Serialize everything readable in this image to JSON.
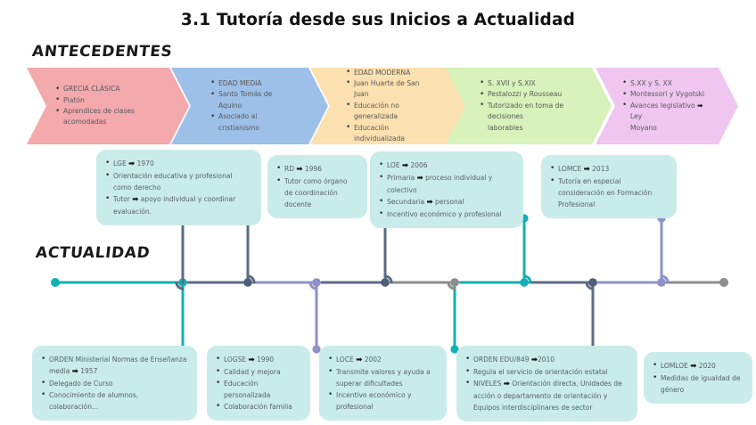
{
  "title": "3.1  Tutoría desde sus Inicios a Actualidad",
  "sections": {
    "antecedentes_label": "ANTECEDENTES",
    "actualidad_label": "ACTUALIDAD"
  },
  "chevrons": [
    {
      "color": "#f4a9ad",
      "items": [
        "GRECIA CLÁSICA",
        "Platón",
        "Aprendices de clases acomodadas"
      ]
    },
    {
      "color": "#9dc0e8",
      "items": [
        "EDAD MEDIA",
        "Santo Tomás de Aquino",
        "Asociado al cristianismo"
      ]
    },
    {
      "color": "#fbe0b0",
      "items": [
        "EDAD MODERNA",
        "Juan Huarte de San Juan",
        "Educación no generalizada",
        "Educación individualizada"
      ]
    },
    {
      "color": "#d7f2bb",
      "items": [
        "S. XVII y S.XIX",
        "Pestalozzi y Rousseau",
        "Tutorizado en toma de decisiones\nlaborables"
      ]
    },
    {
      "color": "#eec6ef",
      "items": [
        "S.XX y S. XX",
        "Montessori y Vygotski",
        "Avances legislativo ➡ Ley\nMoyano"
      ]
    }
  ],
  "cards_top": [
    {
      "items": [
        "LGE ➡ 1970",
        "Orientación educativa y profesional como derecho",
        "Tutor ➡ apoyo individual y coordinar evaluación."
      ]
    },
    {
      "items": [
        "RD ➡ 1996",
        "Tutor como órgano de coordinación docente"
      ]
    },
    {
      "items": [
        "LOE ➡ 2006",
        "Primaria ➡ proceso individual y colectivo",
        "Secundaria ➡ personal",
        "Incentivo económico y profesional"
      ]
    },
    {
      "items": [
        "LOMCE ➡ 2013",
        "Tutoría en especial consideración en Formación Profesional"
      ]
    }
  ],
  "cards_bottom": [
    {
      "items": [
        "ORDEN Ministerial Normas de Enseñanza media  ➡ 1957",
        "Delegado de Curso",
        "Conocimiento de alumnos, colaboración..."
      ]
    },
    {
      "items": [
        "LOGSE ➡ 1990",
        "Calidad y mejora",
        "Educación personalizada",
        "Colaboración familia"
      ]
    },
    {
      "items": [
        "LOCE ➡ 2002",
        "Transmite valores y ayuda a superar dificultades",
        "Incentivo económico y profesional"
      ]
    },
    {
      "items": [
        "ORDEN EDU/849  ➡2010",
        "Regula el servicio de orientación estatal",
        "NIVELES ➡  Orientación directa, Unidades de acción o departamento de orientación y Equipos interdisciplinares de sector"
      ]
    },
    {
      "items": [
        "LOMLOE ➡ 2020",
        "Medidas de igualdad de género"
      ]
    }
  ],
  "palette": {
    "teal": "#12b0b5",
    "slate": "#5b6b84",
    "periwinkle": "#8f91c9",
    "gray": "#8d8d8d",
    "card_bg": "#c9ecea",
    "dark_node": "#4f5e78"
  }
}
